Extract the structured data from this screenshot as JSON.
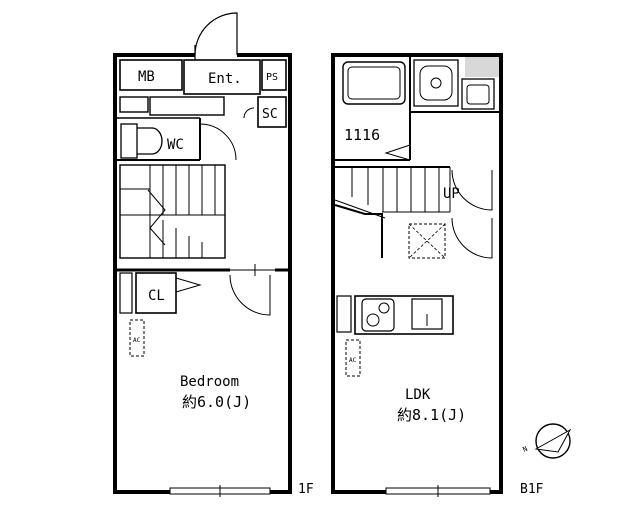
{
  "first_floor": {
    "floor_label": "1F",
    "rooms": {
      "mb": "MB",
      "entrance": "Ent.",
      "ps": "PS",
      "sc": "SC",
      "wc": "WC",
      "cl": "CL",
      "bedroom": "Bedroom",
      "bedroom_size": "約6.0(J)",
      "ac": "AC"
    }
  },
  "basement_floor": {
    "floor_label": "B1F",
    "rooms": {
      "bath": "1116",
      "up": "UP",
      "ldk": "LDK",
      "ldk_size": "約8.1(J)",
      "ac": "AC"
    }
  },
  "compass": {
    "north_label": "N"
  }
}
